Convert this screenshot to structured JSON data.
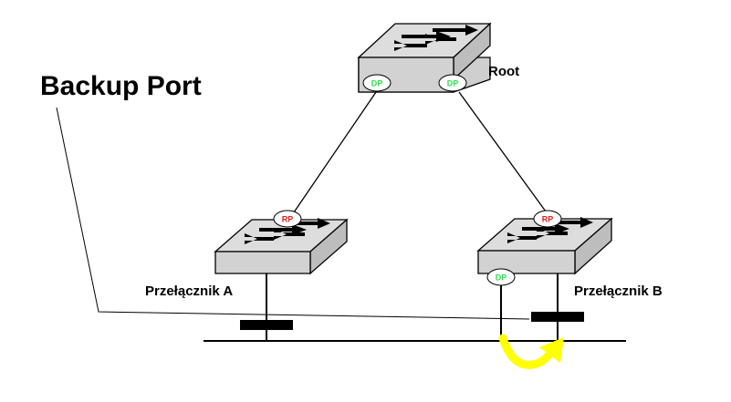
{
  "annotation": {
    "title": "Backup Port"
  },
  "switches": {
    "root": {
      "label": "Root"
    },
    "a": {
      "label": "Przełącznik A"
    },
    "b": {
      "label": "Przełącznik B"
    }
  },
  "ports": {
    "root_left": "DP",
    "root_right": "DP",
    "a_up": "RP",
    "b_up": "RP",
    "b_down": "DP"
  },
  "colors": {
    "switch_top": "#d8d8d8",
    "switch_front": "#d0d0d0",
    "switch_side": "#b8b8b8",
    "designated_port": "#33dd55",
    "root_port": "#e02020",
    "arrow": "#ffff00",
    "line": "#000000"
  },
  "icons": {
    "switch": "network-switch-icon",
    "backup_arrow": "curved-arrow-icon"
  }
}
